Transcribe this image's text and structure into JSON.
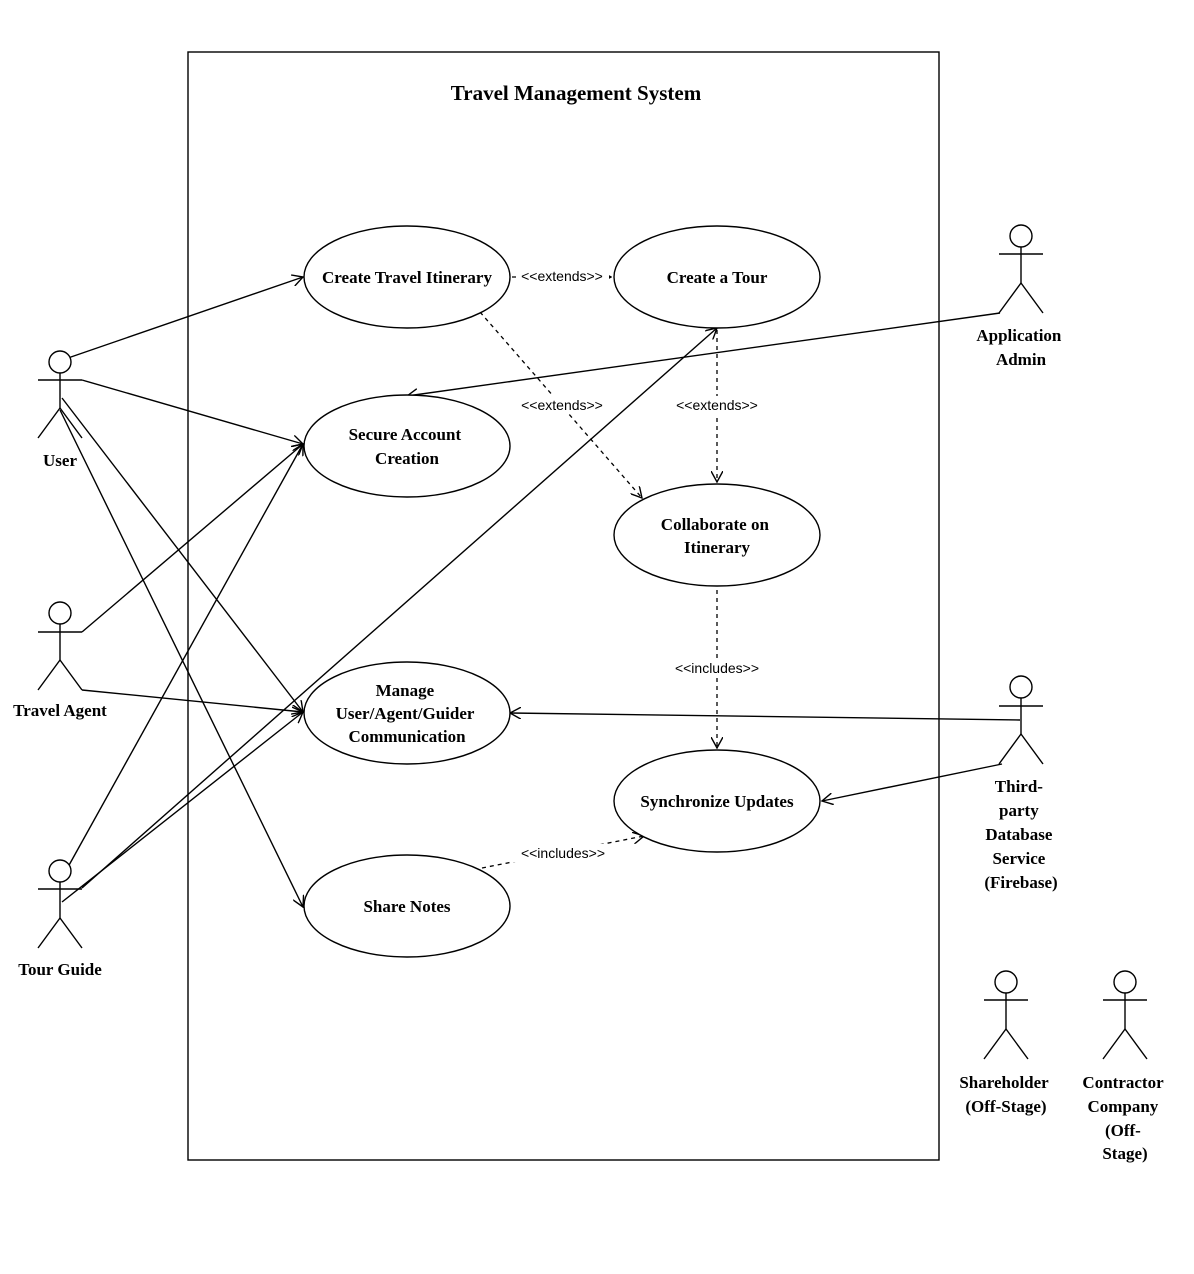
{
  "system": {
    "title": "Travel Management System"
  },
  "use_cases": {
    "create_travel_itinerary": {
      "lines": [
        "Create Travel Itinerary"
      ]
    },
    "create_a_tour": {
      "lines": [
        "Create a Tour"
      ]
    },
    "secure_account_creation": {
      "lines": [
        "Secure Account",
        "Creation"
      ]
    },
    "collaborate_on_itinerary": {
      "lines": [
        "Collaborate on",
        "Itinerary"
      ]
    },
    "manage_communication": {
      "lines": [
        "Manage",
        "User/Agent/Guider",
        "Communication"
      ]
    },
    "synchronize_updates": {
      "lines": [
        "Synchronize Updates"
      ]
    },
    "share_notes": {
      "lines": [
        "Share Notes"
      ]
    }
  },
  "actors": {
    "user": {
      "lines": [
        "User"
      ]
    },
    "travel_agent": {
      "lines": [
        "Travel Agent"
      ]
    },
    "tour_guide": {
      "lines": [
        "Tour Guide"
      ]
    },
    "application_admin": {
      "lines": [
        "Application",
        "Admin"
      ]
    },
    "third_party_db": {
      "lines": [
        "Third-",
        "party",
        "Database",
        "Service",
        "(Firebase)"
      ]
    },
    "shareholder": {
      "lines": [
        "Shareholder",
        "(Off-Stage)"
      ]
    },
    "contractor_company": {
      "lines": [
        "Contractor",
        "Company",
        "(Off-",
        "Stage)"
      ]
    }
  },
  "relations": {
    "extends": "<<extends>>",
    "includes": "<<includes>>"
  }
}
